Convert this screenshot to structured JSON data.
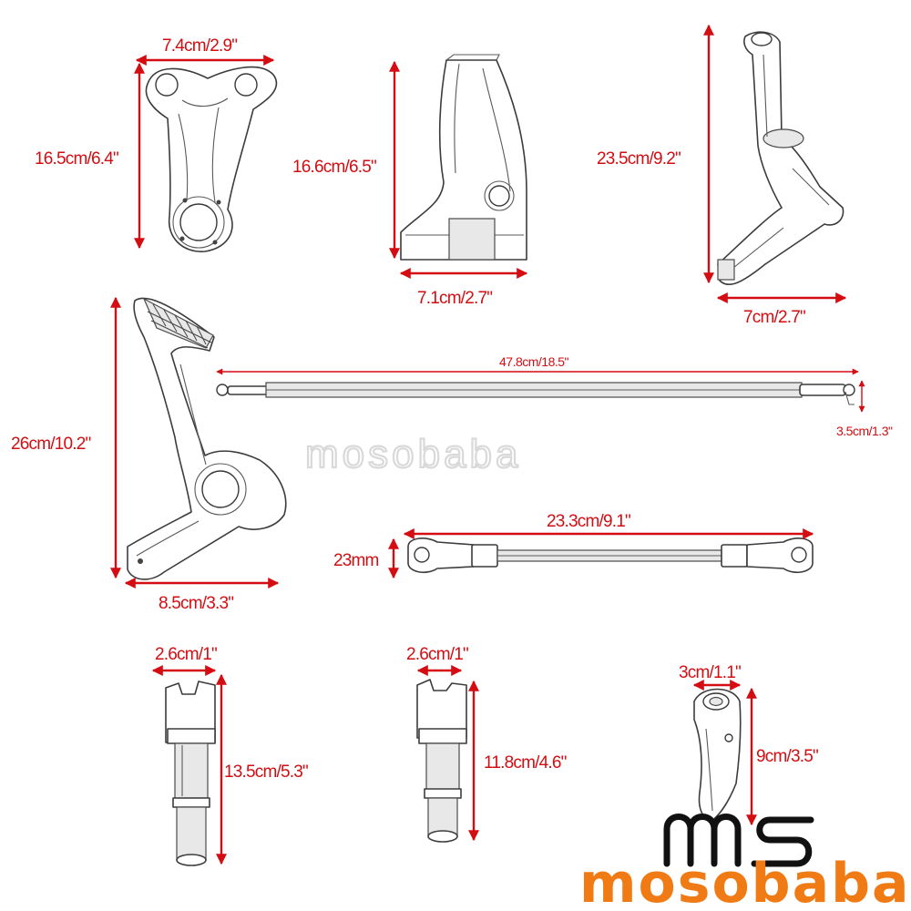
{
  "brand": {
    "name": "mosobaba",
    "monogram": "MS",
    "watermark": "mosobaba",
    "accent_color": "#f07a14",
    "dimension_color": "#d40d12"
  },
  "parts": [
    {
      "name": "shift-lever-bracket",
      "width_label": "7.4cm/2.9\"",
      "height_label": "16.5cm/6.4\""
    },
    {
      "name": "mounting-bracket",
      "height_label": "16.6cm/6.5\"",
      "width_label": "7.1cm/2.7\""
    },
    {
      "name": "shift-arm",
      "height_label": "23.5cm/9.2\"",
      "width_label": "7cm/2.7\""
    },
    {
      "name": "brake-pedal",
      "height_label": "26cm/10.2\"",
      "width_label": "8.5cm/3.3\""
    },
    {
      "name": "brake-rod",
      "length_label": "47.8cm/18.5\"",
      "end_height_label": "3.5cm/1.3\""
    },
    {
      "name": "shift-linkage-rod",
      "length_label": "23.3cm/9.1\"",
      "end_height_label": "23mm"
    },
    {
      "name": "pivot-shaft-long",
      "width_label": "2.6cm/1\"",
      "height_label": "13.5cm/5.3\""
    },
    {
      "name": "pivot-shaft-short",
      "width_label": "2.6cm/1\"",
      "height_label": "11.8cm/4.6\""
    },
    {
      "name": "small-lever",
      "width_label": "3cm/1.1\"",
      "height_label": "9cm/3.5\""
    }
  ]
}
